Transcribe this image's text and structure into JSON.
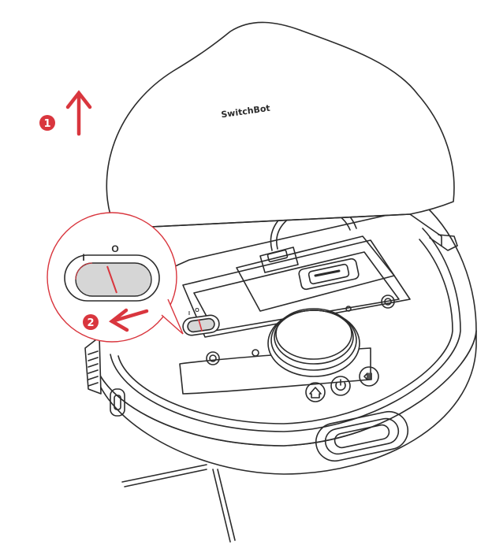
{
  "lid": {
    "logo": "SwitchBot"
  },
  "steps": [
    {
      "number": "1",
      "action": "lift-lid"
    },
    {
      "number": "2",
      "action": "slide-switch-off"
    }
  ],
  "power_switch": {
    "on_label": "I",
    "off_label": "O"
  },
  "colors": {
    "accent_red": "#d9363e",
    "line": "#2b2b2b",
    "switch_fill": "#d6d6d6",
    "background": "#ffffff"
  }
}
